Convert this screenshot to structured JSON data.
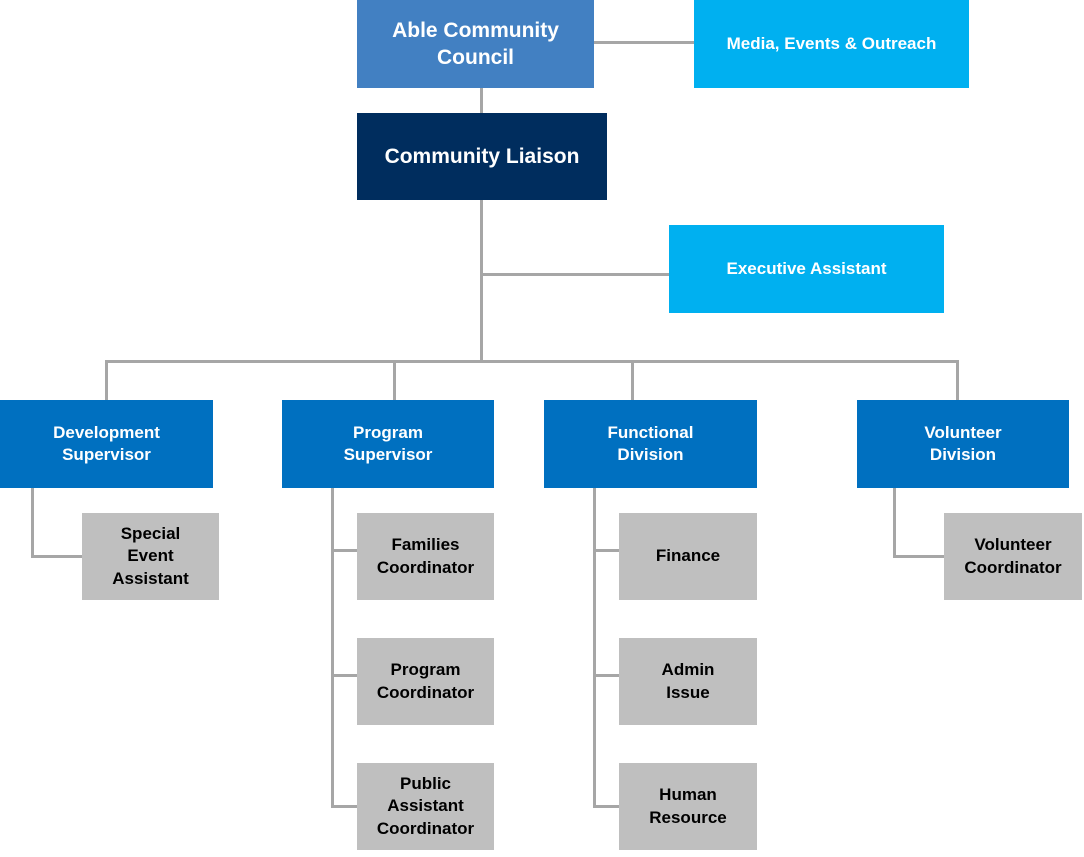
{
  "colors": {
    "council": "#4280C2",
    "liaison": "#002D5E",
    "staff": "#00B0F0",
    "division": "#0070C0",
    "role": "#BFBFBF",
    "connector": "#A6A6A6"
  },
  "council": "Able Community\nCouncil",
  "media": "Media, Events & Outreach",
  "liaison": "Community Liaison",
  "executive": "Executive Assistant",
  "divisions": [
    {
      "label": "Development\nSupervisor",
      "children": [
        "Special\nEvent\nAssistant"
      ]
    },
    {
      "label": "Program\nSupervisor",
      "children": [
        "Families\nCoordinator",
        "Program\nCoordinator",
        "Public\nAssistant\nCoordinator"
      ]
    },
    {
      "label": "Functional\nDivision",
      "children": [
        "Finance",
        "Admin\nIssue",
        "Human\nResource"
      ]
    },
    {
      "label": "Volunteer\nDivision",
      "children": [
        "Volunteer\nCoordinator"
      ]
    }
  ]
}
